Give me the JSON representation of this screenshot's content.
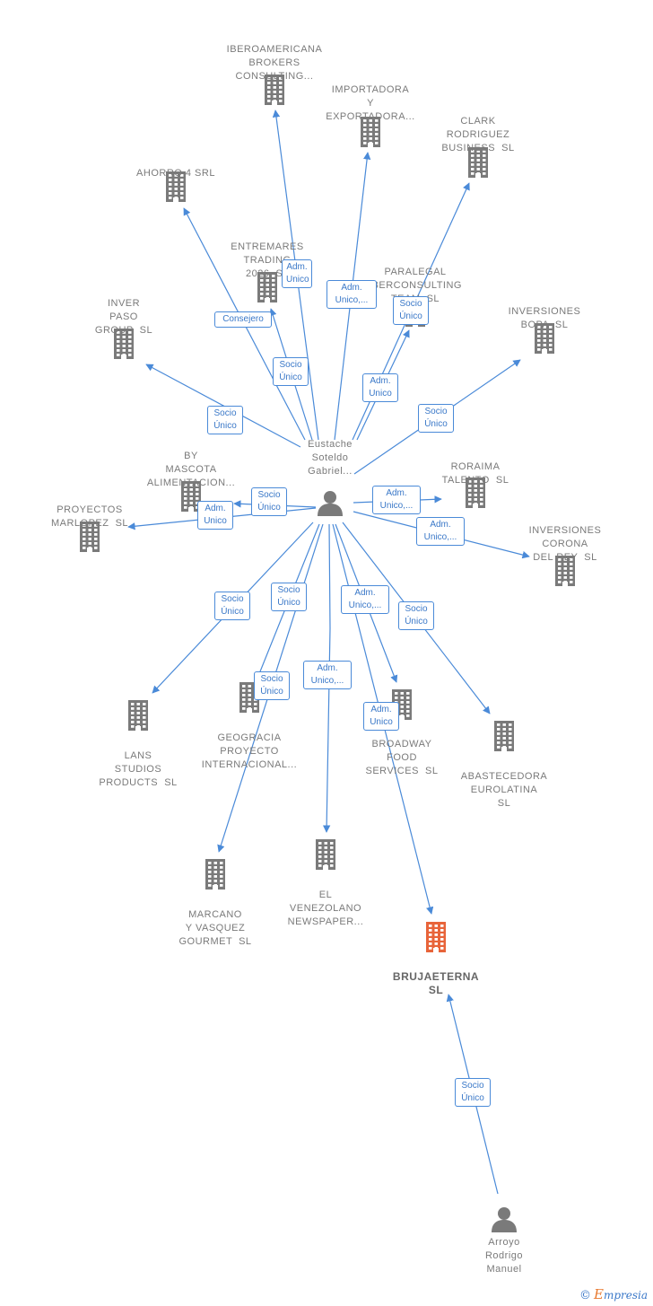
{
  "companies": [
    {
      "id": "ibero",
      "label": "IBEROAMERICANA\nBROKERS\nCONSULTING..."
    },
    {
      "id": "importadora",
      "label": "IMPORTADORA\nY\nEXPORTADORA..."
    },
    {
      "id": "clark",
      "label": "CLARK\nRODRIGUEZ\nBUSINESS  SL"
    },
    {
      "id": "ahorro",
      "label": "AHORRO 4 SRL"
    },
    {
      "id": "entremares",
      "label": "ENTREMARES\nTRADING\n2026  SL"
    },
    {
      "id": "paralegal",
      "label": "PARALEGAL\nIBERCONSULTING\nTEAM  SL"
    },
    {
      "id": "inver",
      "label": "INVER\nPASO\nGROUP  SL"
    },
    {
      "id": "bopa",
      "label": "INVERSIONES\nBOPA  SL"
    },
    {
      "id": "bymascota",
      "label": "BY\nMASCOTA\nALIMENTACION..."
    },
    {
      "id": "roraima",
      "label": "RORAIMA\nTALENTO  SL"
    },
    {
      "id": "marlopez",
      "label": "PROYECTOS\nMARLOPEZ  SL"
    },
    {
      "id": "corona",
      "label": "INVERSIONES\nCORONA\nDEL REY  SL"
    },
    {
      "id": "lans",
      "label": "LANS\nSTUDIOS\nPRODUCTS  SL"
    },
    {
      "id": "geogracia",
      "label": "GEOGRACIA\nPROYECTO\nINTERNACIONAL..."
    },
    {
      "id": "broadway",
      "label": "BROADWAY\nFOOD\nSERVICES  SL"
    },
    {
      "id": "abastecedora",
      "label": "ABASTECEDORA\nEUROLATINA\nSL"
    },
    {
      "id": "marcano",
      "label": "MARCANO\nY VASQUEZ\nGOURMET  SL"
    },
    {
      "id": "venezolano",
      "label": "EL\nVENEZOLANO\nNEWSPAPER..."
    },
    {
      "id": "brujaeterna",
      "label": "BRUJAETERNA\nSL",
      "focus": true
    }
  ],
  "persons": [
    {
      "id": "eustache",
      "label": "Eustache\nSoteldo\nGabriel..."
    },
    {
      "id": "arroyo",
      "label": "Arroyo\nRodrigo\nManuel"
    }
  ],
  "relations": [
    {
      "id": "r-ibero",
      "text": "Adm.\nUnico"
    },
    {
      "id": "r-importadora",
      "text": "Adm.\nUnico,..."
    },
    {
      "id": "r-clark",
      "text": "Adm.\nUnico"
    },
    {
      "id": "r-ahorro",
      "text": "Consejero"
    },
    {
      "id": "r-entremares",
      "text": "Socio\nÚnico"
    },
    {
      "id": "r-paralegal",
      "text": "Socio\nÚnico"
    },
    {
      "id": "r-inver",
      "text": "Socio\nÚnico"
    },
    {
      "id": "r-bopa",
      "text": "Socio\nÚnico"
    },
    {
      "id": "r-bymascota",
      "text": "Socio\nÚnico"
    },
    {
      "id": "r-marlopez",
      "text": "Adm.\nUnico"
    },
    {
      "id": "r-roraima",
      "text": "Adm.\nUnico,..."
    },
    {
      "id": "r-corona",
      "text": "Adm.\nUnico,..."
    },
    {
      "id": "r-lans",
      "text": "Socio\nÚnico"
    },
    {
      "id": "r-geogracia",
      "text": "Socio\nÚnico"
    },
    {
      "id": "r-marcano",
      "text": "Socio\nÚnico"
    },
    {
      "id": "r-venezolano",
      "text": "Adm.\nUnico,..."
    },
    {
      "id": "r-broadway",
      "text": "Adm.\nUnico,..."
    },
    {
      "id": "r-abastecedora",
      "text": "Socio\nÚnico"
    },
    {
      "id": "r-brujaeterna",
      "text": "Adm.\nUnico"
    },
    {
      "id": "r-arroyo",
      "text": "Socio\nÚnico"
    }
  ],
  "colors": {
    "edge": "#4a8ad8",
    "building": "#7a7a7a",
    "focus": "#e8643a",
    "person": "#7a7a7a"
  },
  "brand": {
    "copyright": "©",
    "initial": "E",
    "rest": "mpresia"
  }
}
